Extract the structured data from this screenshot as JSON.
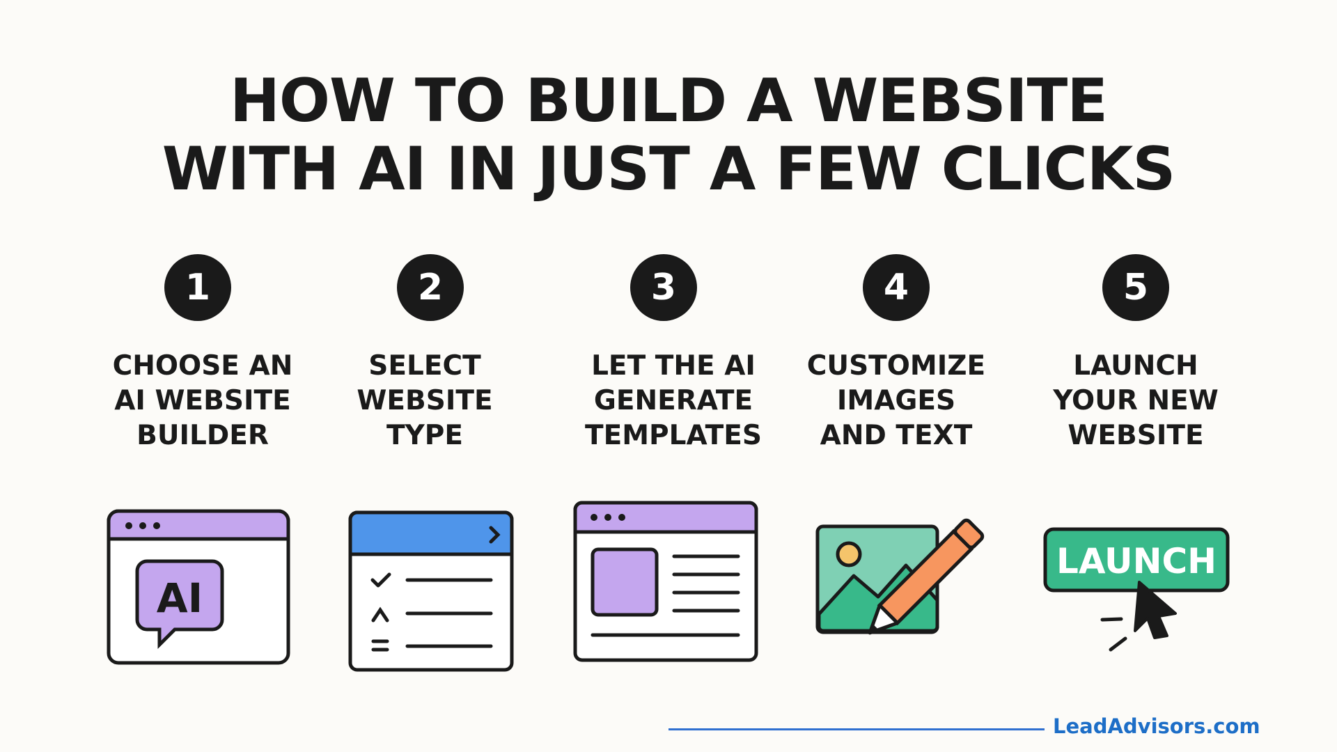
{
  "title": {
    "line1": "HOW TO BUILD A WEBSITE",
    "line2": "WITH AI IN JUST A FEW CLICKS"
  },
  "steps": [
    {
      "number": "1",
      "lines": [
        "CHOOSE AN",
        "AI WEBSITE",
        "BUILDER"
      ],
      "icon": "ai-builder-window-icon",
      "icon_text": "AI"
    },
    {
      "number": "2",
      "lines": [
        "SELECT",
        "WEBSITE",
        "TYPE"
      ],
      "icon": "checklist-window-icon"
    },
    {
      "number": "3",
      "lines": [
        "LET THE AI",
        "GENERATE",
        "TEMPLATES"
      ],
      "icon": "template-window-icon"
    },
    {
      "number": "4",
      "lines": [
        "CUSTOMIZE",
        "IMAGES",
        "AND TEXT"
      ],
      "icon": "image-pencil-icon"
    },
    {
      "number": "5",
      "lines": [
        "LAUNCH",
        "YOUR NEW",
        "WEBSITE"
      ],
      "icon": "launch-button-icon",
      "icon_text": "LAUNCH"
    }
  ],
  "footer": {
    "brand": "LeadAdvisors.com"
  },
  "colors": {
    "purple": "#c4a6ee",
    "blue": "#4f95ea",
    "green": "#38b98a",
    "mint": "#7fd0b4",
    "orange": "#f7965f",
    "yellow": "#f5c46b",
    "brand_blue": "#1d6ec7"
  }
}
